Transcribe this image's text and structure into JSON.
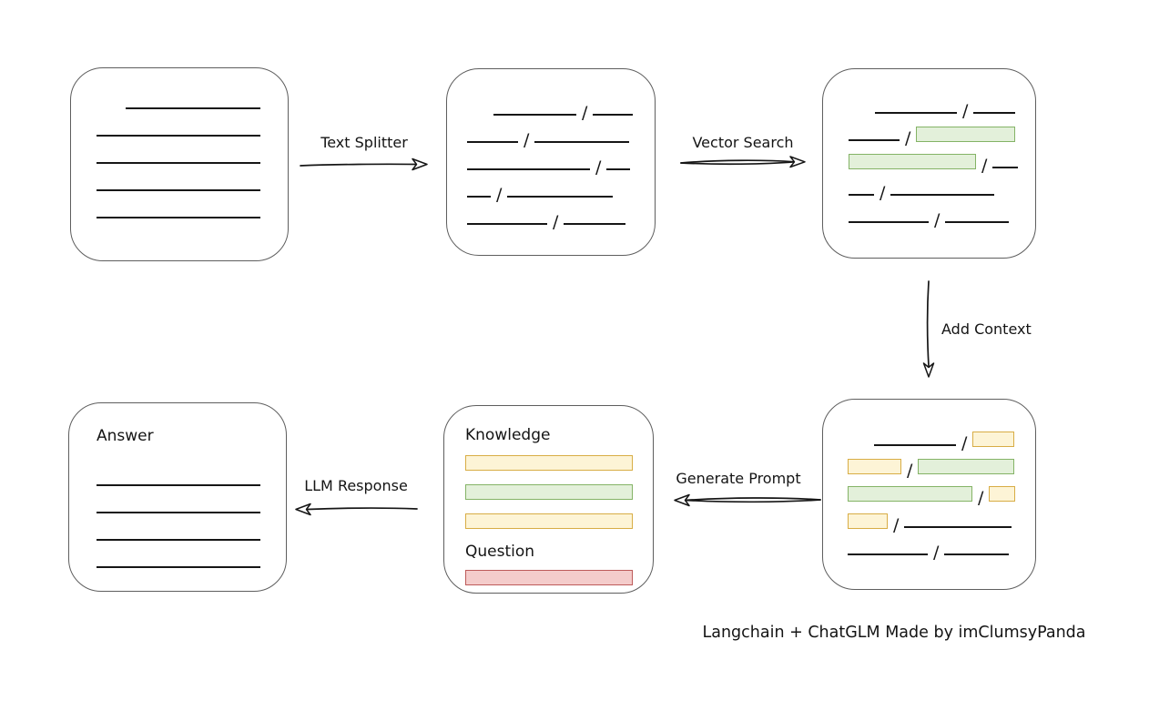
{
  "caption": "Langchain + ChatGLM Made by imClumsyPanda",
  "slash_glyph": "/",
  "colors": {
    "green_fill": "#e3f0da",
    "green_border": "#84b366",
    "yellow_fill": "#fdf4d6",
    "yellow_border": "#d8ad45",
    "red_fill": "#f4cccb",
    "red_border": "#bd5b5a",
    "box_border": "#5e5e5e",
    "stroke": "#161616"
  },
  "arrows": {
    "text_splitter": {
      "label": "Text Splitter",
      "direction": "right"
    },
    "vector_search": {
      "label": "Vector Search",
      "direction": "right"
    },
    "add_context": {
      "label": "Add Context",
      "direction": "down"
    },
    "generate_prompt": {
      "label": "Generate Prompt",
      "direction": "left"
    },
    "llm_response": {
      "label": "LLM Response",
      "direction": "left"
    }
  },
  "boxes": {
    "document": {
      "rows": [
        {
          "indent": 32,
          "segments": [
            {
              "t": "line",
              "w": 148
            }
          ]
        },
        {
          "indent": 0,
          "segments": [
            {
              "t": "line",
              "w": 180
            }
          ]
        },
        {
          "indent": 0,
          "segments": [
            {
              "t": "line",
              "w": 180
            }
          ]
        },
        {
          "indent": 0,
          "segments": [
            {
              "t": "line",
              "w": 180
            }
          ]
        },
        {
          "indent": 0,
          "segments": [
            {
              "t": "line",
              "w": 180
            }
          ]
        }
      ]
    },
    "split_chunks": {
      "rows": [
        {
          "indent": 29,
          "segments": [
            {
              "t": "line",
              "w": 91
            },
            {
              "t": "slash"
            },
            {
              "t": "line",
              "w": 44
            }
          ]
        },
        {
          "indent": 0,
          "segments": [
            {
              "t": "line",
              "w": 56
            },
            {
              "t": "slash"
            },
            {
              "t": "line",
              "w": 104
            }
          ]
        },
        {
          "indent": 0,
          "segments": [
            {
              "t": "line",
              "w": 135
            },
            {
              "t": "slash"
            },
            {
              "t": "line",
              "w": 26
            }
          ]
        },
        {
          "indent": 0,
          "segments": [
            {
              "t": "line",
              "w": 26
            },
            {
              "t": "slash"
            },
            {
              "t": "line",
              "w": 116
            }
          ]
        },
        {
          "indent": 0,
          "segments": [
            {
              "t": "line",
              "w": 88
            },
            {
              "t": "slash"
            },
            {
              "t": "line",
              "w": 68
            }
          ]
        }
      ]
    },
    "retrieved_chunks": {
      "rows": [
        {
          "indent": 29,
          "segments": [
            {
              "t": "line",
              "w": 90
            },
            {
              "t": "slash"
            },
            {
              "t": "line",
              "w": 46
            }
          ]
        },
        {
          "indent": 0,
          "segments": [
            {
              "t": "line",
              "w": 56
            },
            {
              "t": "slash"
            },
            {
              "t": "green",
              "w": 107
            }
          ]
        },
        {
          "indent": 0,
          "segments": [
            {
              "t": "green",
              "w": 138
            },
            {
              "t": "slash"
            },
            {
              "t": "line",
              "w": 28
            }
          ]
        },
        {
          "indent": 0,
          "segments": [
            {
              "t": "line",
              "w": 28
            },
            {
              "t": "slash"
            },
            {
              "t": "line",
              "w": 114
            }
          ]
        },
        {
          "indent": 0,
          "segments": [
            {
              "t": "line",
              "w": 88
            },
            {
              "t": "slash"
            },
            {
              "t": "line",
              "w": 70
            }
          ]
        }
      ]
    },
    "context_chunks": {
      "rows": [
        {
          "indent": 29,
          "segments": [
            {
              "t": "line",
              "w": 90
            },
            {
              "t": "slash"
            },
            {
              "t": "yellow",
              "w": 44
            }
          ]
        },
        {
          "indent": 0,
          "segments": [
            {
              "t": "yellow",
              "w": 57
            },
            {
              "t": "slash"
            },
            {
              "t": "green",
              "w": 104
            }
          ]
        },
        {
          "indent": 0,
          "segments": [
            {
              "t": "green",
              "w": 135
            },
            {
              "t": "slash"
            },
            {
              "t": "yellow",
              "w": 27
            }
          ]
        },
        {
          "indent": 0,
          "segments": [
            {
              "t": "yellow",
              "w": 42
            },
            {
              "t": "slash"
            },
            {
              "t": "line",
              "w": 118
            }
          ]
        },
        {
          "indent": 0,
          "segments": [
            {
              "t": "line",
              "w": 88
            },
            {
              "t": "slash"
            },
            {
              "t": "line",
              "w": 71
            }
          ]
        }
      ]
    },
    "prompt": {
      "knowledge_label": "Knowledge",
      "question_label": "Question",
      "knowledge_bars": [
        "yellow",
        "green",
        "yellow"
      ],
      "question_bars": [
        "red"
      ]
    },
    "answer": {
      "label": "Answer",
      "rows": [
        {
          "indent": 0,
          "segments": [
            {
              "t": "line",
              "w": 180
            }
          ]
        },
        {
          "indent": 0,
          "segments": [
            {
              "t": "line",
              "w": 180
            }
          ]
        },
        {
          "indent": 0,
          "segments": [
            {
              "t": "line",
              "w": 180
            }
          ]
        },
        {
          "indent": 0,
          "segments": [
            {
              "t": "line",
              "w": 180
            }
          ]
        }
      ]
    }
  }
}
